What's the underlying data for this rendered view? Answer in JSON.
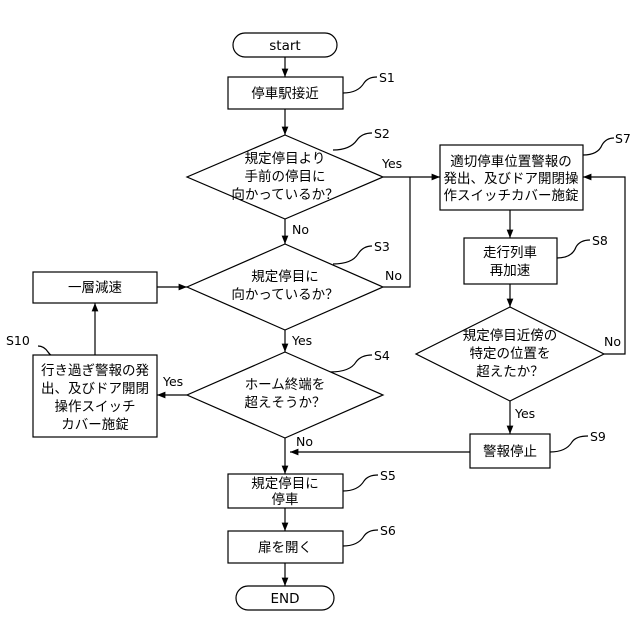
{
  "nodes": {
    "start": "start",
    "s1": "停車駅接近",
    "s2": [
      "規定停目より",
      "手前の停目に",
      "向かっているか？"
    ],
    "s3": [
      "規定停目に",
      "向かっているか？"
    ],
    "s4": [
      "ホーム終端を",
      "超えそうか？"
    ],
    "s5": [
      "規定停目に",
      "停車"
    ],
    "s6": "扉を開く",
    "end": "END",
    "s7": [
      "適切停車位置警報の",
      "発出、及びドア開閉操",
      "作スイッチカバー施錠"
    ],
    "s8": [
      "走行列車",
      "再加速"
    ],
    "s8d": [
      "規定停目近傍の",
      "特定の位置を",
      "超えたか？"
    ],
    "s9": "警報停止",
    "s10": [
      "行き過ぎ警報の発",
      "出、及びドア開閉",
      "操作スイッチ",
      "カバー施錠"
    ],
    "decel": "一層減速"
  },
  "step_tags": {
    "s1": "S1",
    "s2": "S2",
    "s3": "S3",
    "s4": "S4",
    "s5": "S5",
    "s6": "S6",
    "s7": "S7",
    "s8": "S8",
    "s9": "S9",
    "s10": "S10"
  },
  "branch_labels": {
    "s2_yes": "Yes",
    "s2_no": "No",
    "s3_no": "No",
    "s3_yes": "Yes",
    "s4_yes": "Yes",
    "s4_no": "No",
    "s8d_no": "No",
    "s8d_yes": "Yes"
  }
}
